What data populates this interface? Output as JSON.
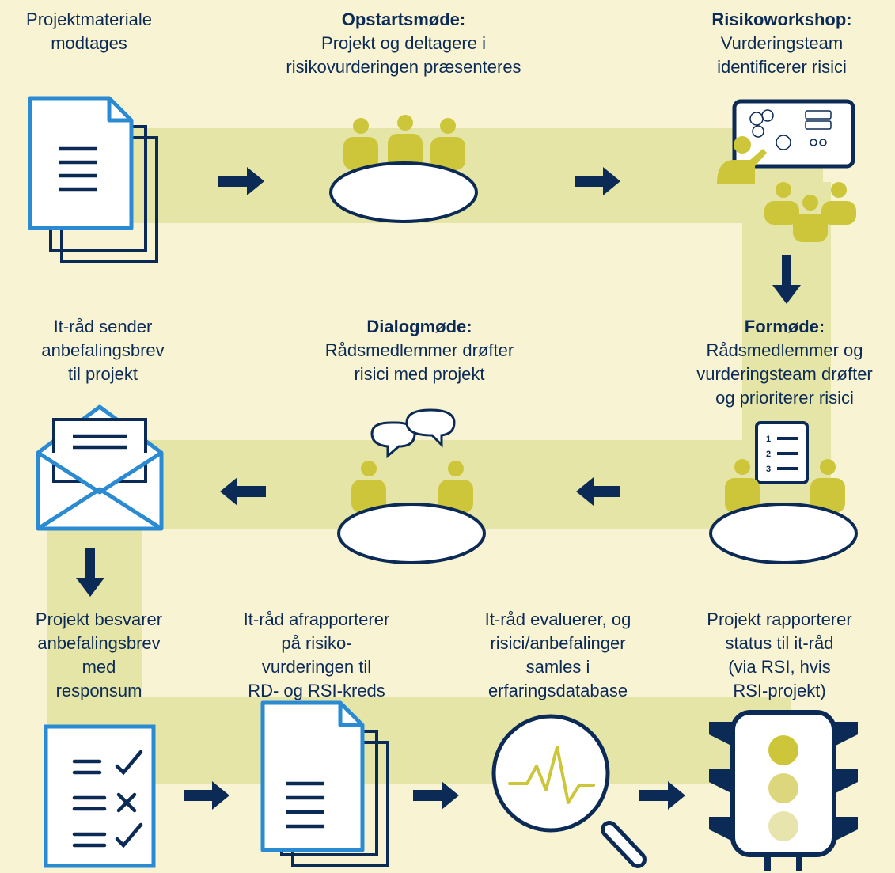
{
  "colors": {
    "background": "#f8f3d3",
    "band": "#e6e5a8",
    "navy": "#0b2a55",
    "document_blue": "#2a8ad2",
    "accent_green": "#cdc63a",
    "accent_green_mid": "#dcd67c",
    "accent_green_light": "#e8e4ae",
    "white": "#ffffff"
  },
  "steps": [
    {
      "id": "s1",
      "title": "",
      "text": "Projektmateriale\nmodtages",
      "icon": "documents-icon"
    },
    {
      "id": "s2",
      "title": "Opstartsmøde:",
      "text": "Projekt og deltagere i\nrisikovurderingen præsenteres",
      "icon": "meeting-table-icon"
    },
    {
      "id": "s3",
      "title": "Risikoworkshop:",
      "text": "Vurderingsteam\nidentificerer risici",
      "icon": "workshop-presentation-icon"
    },
    {
      "id": "s4",
      "title": "Formøde:",
      "text": "Rådsmedlemmer og\nvurderingsteam drøfter\nog prioriterer risici",
      "icon": "prioritized-list-meeting-icon"
    },
    {
      "id": "s5",
      "title": "Dialogmøde:",
      "text": "Rådsmedlemmer drøfter\nrisici med projekt",
      "icon": "dialogue-meeting-icon"
    },
    {
      "id": "s6",
      "title": "",
      "text": "It-råd sender\nanbefalingsbrev\ntil projekt",
      "icon": "envelope-letter-icon"
    },
    {
      "id": "s7",
      "title": "",
      "text": "Projekt besvarer\nanbefalingsbrev\nmed\nresponsum",
      "icon": "checklist-icon"
    },
    {
      "id": "s8",
      "title": "",
      "text": "It-råd afrapporterer\npå risiko-\nvurderingen til\nRD- og RSI-kreds",
      "icon": "report-documents-icon"
    },
    {
      "id": "s9",
      "title": "",
      "text": "It-råd evaluerer, og\nrisici/anbefalinger\nsamles i\nerfaringsdatabase",
      "icon": "magnifier-pulse-icon"
    },
    {
      "id": "s10",
      "title": "",
      "text": "Projekt rapporterer\nstatus til it-råd\n(via RSI, hvis\nRSI-projekt)",
      "icon": "traffic-light-icon"
    }
  ],
  "priority_list_numbers": [
    "1",
    "2",
    "3"
  ]
}
